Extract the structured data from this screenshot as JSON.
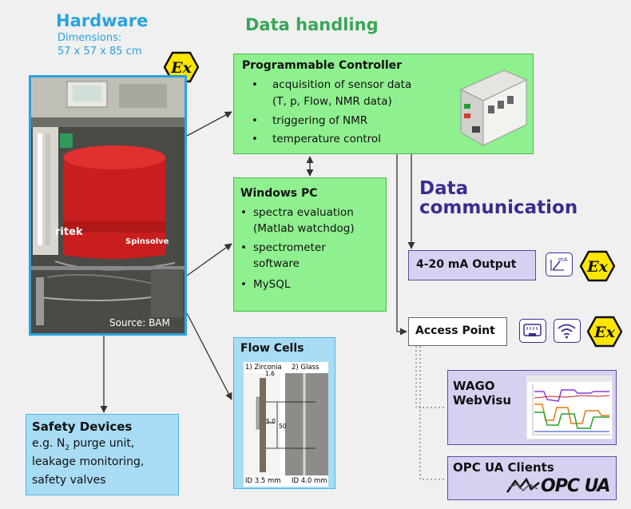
{
  "hardware": {
    "title": "Hardware",
    "dimensions_label": "Dimensions:",
    "dimensions_value": "57 x 57 x 85 cm",
    "photo_source": "Source: BAM",
    "photo_brand": "Spinsolve",
    "photo_logo_fragment": "ritek"
  },
  "data_handling": {
    "title": "Data handling"
  },
  "data_communication": {
    "title_line1": "Data",
    "title_line2": "communication"
  },
  "controller": {
    "title": "Programmable Controller",
    "items": [
      "acquisition of sensor data",
      "(T, p, Flow, NMR data)",
      "triggering of NMR",
      "temperature control"
    ],
    "bullet": "•"
  },
  "windows_pc": {
    "title": "Windows PC",
    "lines": [
      "spectra evaluation",
      "(Matlab watchdog)",
      "spectrometer",
      "software",
      "MySQL"
    ],
    "bullet": "•"
  },
  "flow_cells": {
    "title": "Flow Cells",
    "zirconia_label": "1) Zirconia",
    "glass_label": "2) Glass",
    "dim_1_6": "1.6",
    "dim_5_0": "5.0",
    "dim_50": "50",
    "id_zirconia": "ID 3.5 mm",
    "id_glass": "ID 4.0 mm"
  },
  "safety": {
    "title": "Safety Devices",
    "line1_prefix": "e.g. N",
    "line1_sub": "2",
    "line1_suffix": " purge unit,",
    "line2": "leakage monitoring,",
    "line3": "safety valves"
  },
  "output": {
    "label": "4-20 mA Output",
    "icon_text": "mA"
  },
  "access_point": {
    "label": "Access Point"
  },
  "wago": {
    "line1": "WAGO",
    "line2": "WebVisu"
  },
  "opc": {
    "label": "OPC UA Clients",
    "logo": "OPC UA"
  },
  "ex_symbol": "Ex",
  "colors": {
    "green_box": "#8ff08f",
    "blue_box": "#a8dcf4",
    "purple_box": "#d8d0f0",
    "blue_heading": "#29a3dc",
    "green_heading": "#3aa657",
    "purple_heading": "#3b2c8f",
    "ex_yellow": "#ffe600"
  }
}
